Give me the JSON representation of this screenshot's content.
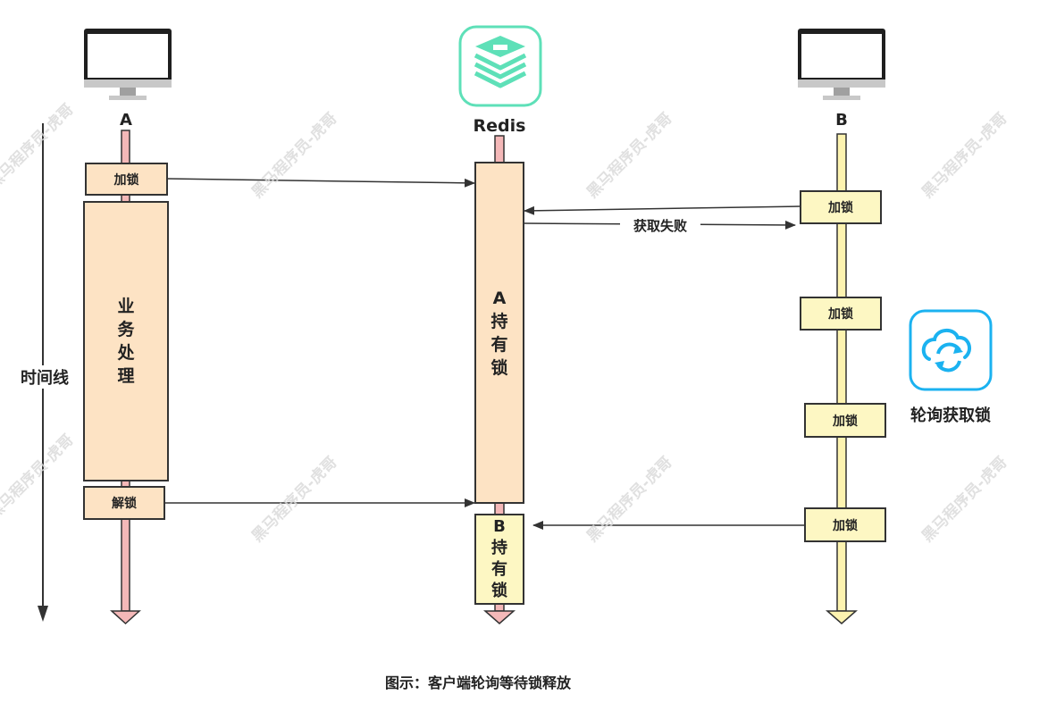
{
  "participants": {
    "a": {
      "label": "A"
    },
    "redis": {
      "label": "Redis"
    },
    "b": {
      "label": "B"
    }
  },
  "timeline_label": "时间线",
  "a_boxes": {
    "lock": "加锁",
    "process": [
      "业",
      "务",
      "处",
      "理"
    ],
    "unlock": "解锁"
  },
  "redis_boxes": {
    "a_hold": [
      "A",
      "持",
      "有",
      "锁"
    ],
    "b_hold": [
      "B",
      "持",
      "有",
      "锁"
    ]
  },
  "b_boxes": {
    "lock1": "加锁",
    "lock2": "加锁",
    "lock3": "加锁",
    "lock4": "加锁"
  },
  "fail_label": "获取失败",
  "poll_label": "轮询获取锁",
  "caption": "图示：客户端轮询等待锁释放",
  "watermark": "黑马程序员-虎哥",
  "colors": {
    "a_lifeline": "#f4b8b8",
    "b_lifeline": "#fdf3b0",
    "redis_icon": "#5ee0b8",
    "poll_icon": "#1bb2f0",
    "box_orange": "#fde3c4",
    "box_yellow": "#fdf7c3"
  }
}
